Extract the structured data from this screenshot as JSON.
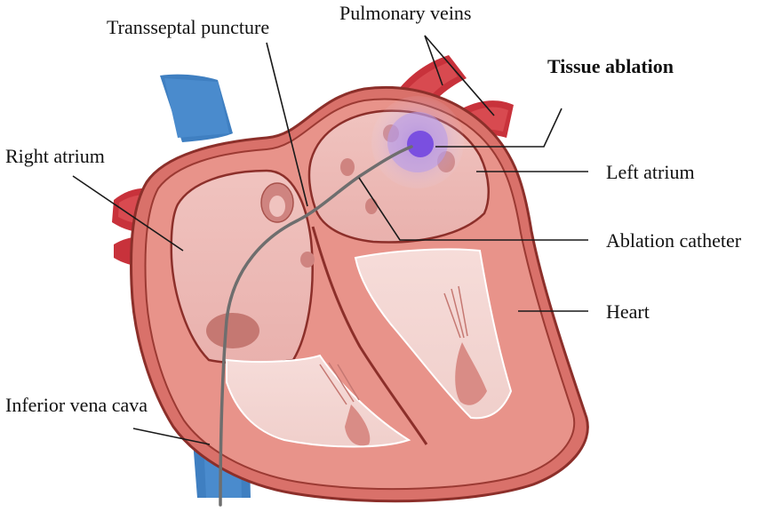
{
  "labels": {
    "transseptal_puncture": "Transseptal puncture",
    "pulmonary_veins": "Pulmonary veins",
    "tissue_ablation": "Tissue ablation",
    "right_atrium": "Right atrium",
    "left_atrium": "Left atrium",
    "ablation_catheter": "Ablation catheter",
    "heart": "Heart",
    "inferior_vena_cava": "Inferior vena cava"
  },
  "colors": {
    "vena_cava_blue": "#3f7fc1",
    "vessel_red": "#c8323b",
    "heart_outer": "#d9716a",
    "heart_wall": "#e8938a",
    "chamber_fill": "#f1c4c1",
    "ablation_purple": "#8a5fd6",
    "catheter_gray": "#6e6e6e"
  }
}
